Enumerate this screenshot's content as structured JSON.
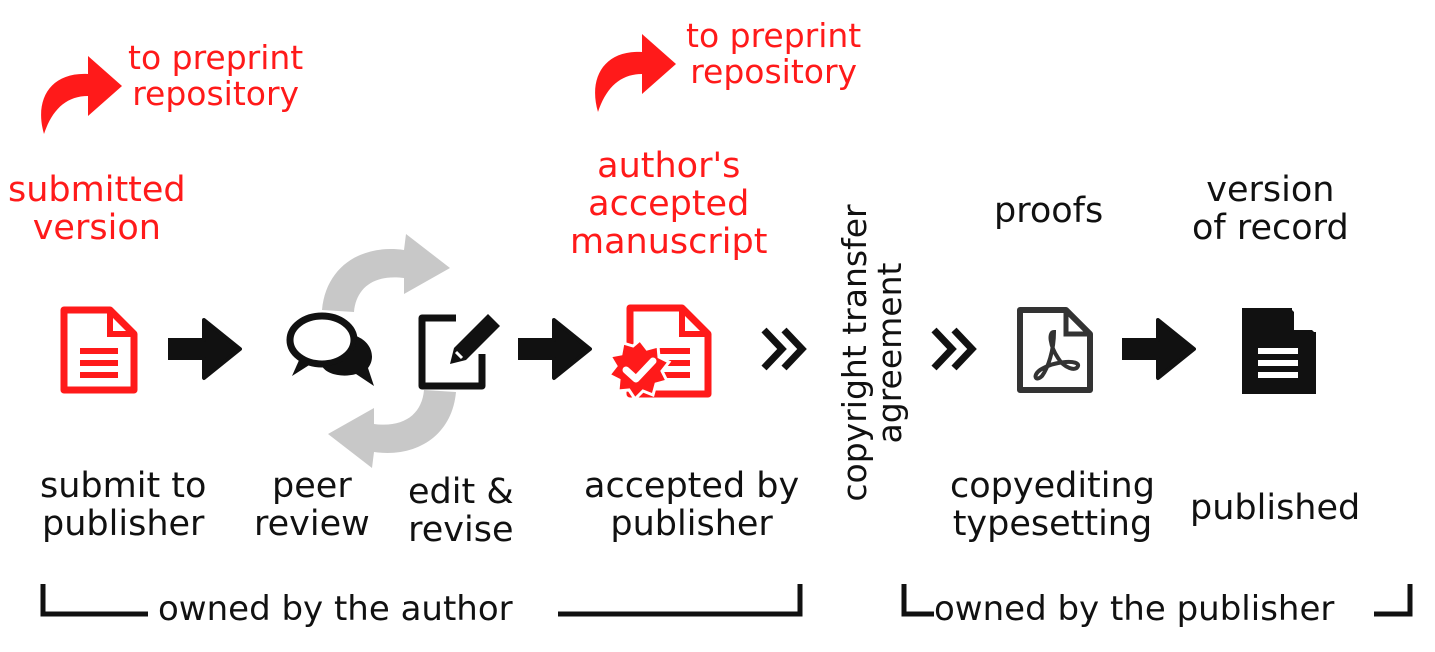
{
  "colors": {
    "accent": "#ff1a1a",
    "ink": "#111111",
    "cycle": "#c8c8c8"
  },
  "preprint": {
    "left": {
      "line1": "to preprint",
      "line2": "repository"
    },
    "right": {
      "line1": "to preprint",
      "line2": "repository"
    }
  },
  "stages": {
    "submitted": {
      "line1": "submitted",
      "line2": "version"
    },
    "accepted_ms": {
      "line1": "author's",
      "line2": "accepted",
      "line3": "manuscript"
    },
    "copyright": {
      "line1": "copyright transfer",
      "line2": "agreement"
    },
    "proofs": {
      "line1": "proofs"
    },
    "vor": {
      "line1": "version",
      "line2": "of record"
    }
  },
  "steps": {
    "submit": {
      "line1": "submit to",
      "line2": "publisher"
    },
    "peer": {
      "line1": "peer",
      "line2": "review"
    },
    "edit": {
      "line1": "edit &",
      "line2": "revise"
    },
    "accepted": {
      "line1": "accepted by",
      "line2": "publisher"
    },
    "copyedit": {
      "line1": "copyediting",
      "line2": "typesetting"
    },
    "published": {
      "line1": "published"
    }
  },
  "ownership": {
    "author": "owned by the author",
    "publisher": "owned by the publisher"
  },
  "icons": [
    "document-icon",
    "arrow-right-icon",
    "chat-bubbles-icon",
    "edit-icon",
    "arrow-right-icon",
    "document-badge-icon",
    "double-chevron-icon",
    "double-chevron-icon",
    "pdf-icon",
    "arrow-right-icon",
    "document-icon"
  ]
}
